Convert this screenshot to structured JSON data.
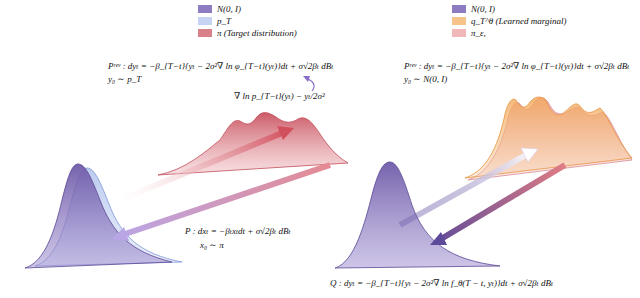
{
  "diagram": {
    "labels": [
      "Pʳᵉᵛ : dyₜ = −β_{T−t}{yₜ − 2σ²∇ ln φ_{T−t}(yₜ)}dt + σ√2βₜ dBₜ",
      "y₀ ∼ p_T",
      "∇ ln p_{T−t}(yₜ) − yₜ/2σ²",
      "P : dxₜ = −βₜxₜdt + σ√2βₜ dBₜ",
      "x₀ ∼ π",
      "Pʳᵉᵛ : dyₜ = −β_{T−t}{yₜ − 2σ²∇ ln φ_{T−t}(yₜ)}dt + σ√2βₜ dBₜ",
      "y₀ ∼ N(0, I)",
      "Q : dyₜ = −β_{T−t}{yₜ − 2σ²∇ ln f_θ(T − t, yₜ)}dt + σ√2βₜ dBₜ"
    ],
    "legend": [
      {
        "text": "N(0, I)",
        "color": "#8e7cc3"
      },
      {
        "text": "p_T",
        "color": "#c6d3f2"
      },
      {
        "text": "π (Target distribution)",
        "color": "#d9818a"
      },
      {
        "text": "N(0, I)",
        "color": "#8e7cc3"
      },
      {
        "text": "q_T^θ (Learned marginal)",
        "color": "#f6c48a"
      },
      {
        "text": "π_ε,",
        "color": "#f0b8b8"
      }
    ]
  }
}
